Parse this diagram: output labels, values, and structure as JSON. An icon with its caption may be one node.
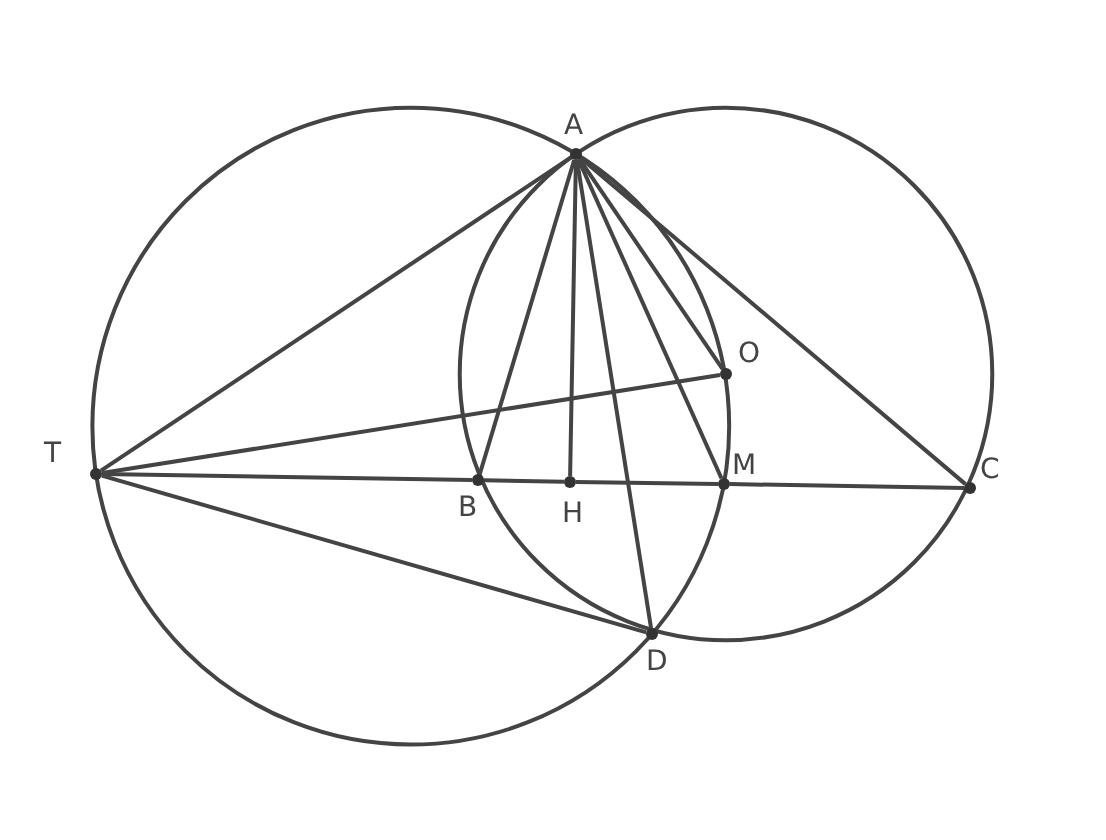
{
  "diagram": {
    "nodes": [
      {
        "text": [
          "A"
        ]
      },
      {
        "text": [
          "O"
        ]
      },
      {
        "text": [
          "T"
        ]
      },
      {
        "text": [
          "B"
        ]
      },
      {
        "text": [
          "H"
        ]
      },
      {
        "text": [
          "M"
        ]
      },
      {
        "text": [
          "C"
        ]
      },
      {
        "text": [
          "D"
        ]
      }
    ],
    "edges": [
      {
        "from": 2,
        "to": 0,
        "arrow": "none"
      },
      {
        "from": 0,
        "to": 3,
        "arrow": "none"
      },
      {
        "from": 0,
        "to": 4,
        "arrow": "none"
      },
      {
        "from": 0,
        "to": 7,
        "arrow": "none"
      },
      {
        "from": 0,
        "to": 5,
        "arrow": "none"
      },
      {
        "from": 0,
        "to": 1,
        "arrow": "none"
      },
      {
        "from": 0,
        "to": 6,
        "arrow": "none"
      },
      {
        "from": 2,
        "to": 1,
        "arrow": "none"
      },
      {
        "from": 2,
        "to": 3,
        "arrow": "none"
      },
      {
        "from": 3,
        "to": 4,
        "arrow": "none"
      },
      {
        "from": 4,
        "to": 5,
        "arrow": "none"
      },
      {
        "from": 5,
        "to": 6,
        "arrow": "none"
      },
      {
        "from": 2,
        "to": 7,
        "arrow": "none"
      }
    ]
  }
}
